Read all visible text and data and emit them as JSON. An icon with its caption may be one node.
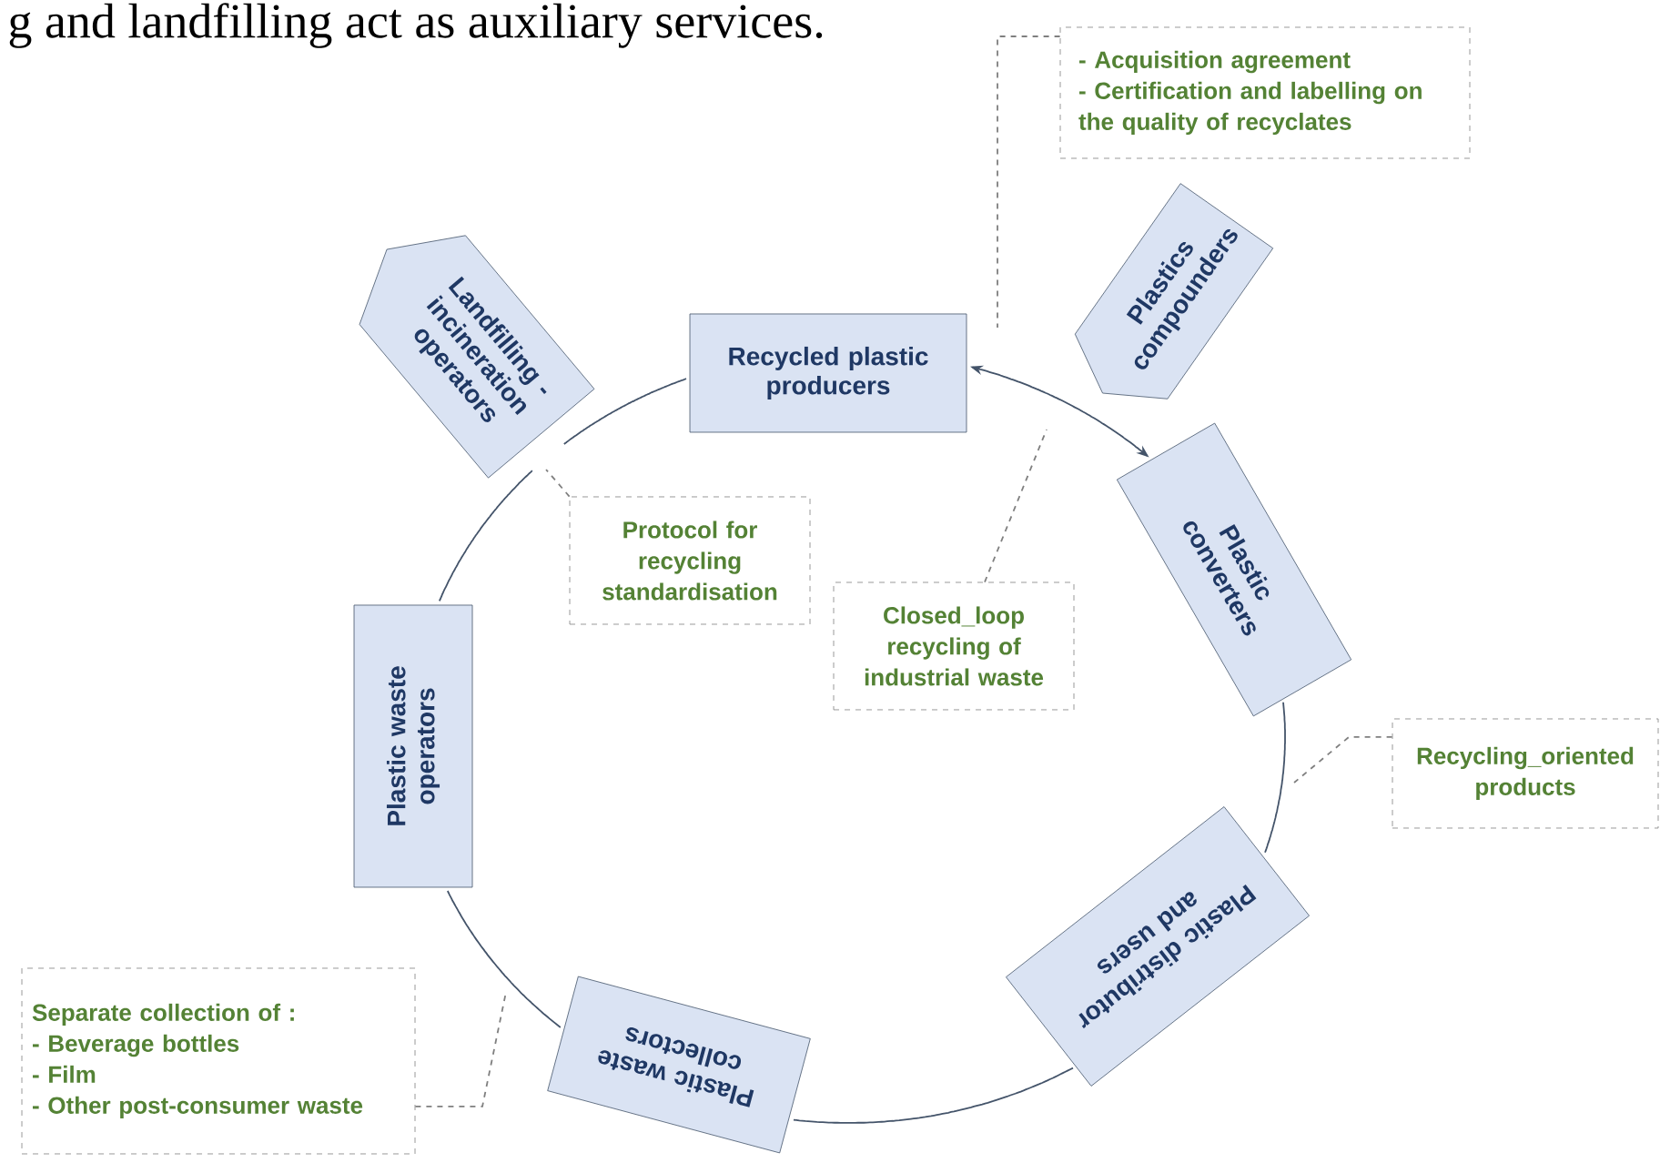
{
  "diagram": {
    "nodes": [
      {
        "text": [
          "Recycled plastic producers"
        ]
      },
      {
        "text": [
          "Plastics compounders"
        ]
      },
      {
        "text": [
          "Plastic converters"
        ]
      },
      {
        "text": [
          "Plastic distributor and users"
        ]
      },
      {
        "text": [
          "Plastic waste collectors"
        ]
      },
      {
        "text": [
          "Plastic waste operators"
        ]
      },
      {
        "text": [
          "Landfilling - incineration operators"
        ]
      },
      {
        "text": [
          "- Acquisition agreement",
          "- Certification and labelling on the quality of recyclates"
        ]
      },
      {
        "text": [
          "Protocol for recycling standardisation"
        ]
      },
      {
        "text": [
          "Closed_loop recycling of industrial waste"
        ]
      },
      {
        "text": [
          "Recycling_oriented products"
        ]
      },
      {
        "text": [
          "Separate collection of :",
          "- Beverage bottles",
          "- Film",
          "- Other post-consumer waste"
        ]
      }
    ],
    "edges": [
      {
        "from": 0,
        "to": 2,
        "arrow": "both"
      },
      {
        "from": 2,
        "to": 3,
        "arrow": "none"
      },
      {
        "from": 3,
        "to": 4,
        "arrow": "none"
      },
      {
        "from": 4,
        "to": 5,
        "arrow": "none"
      },
      {
        "from": 5,
        "to": 6,
        "arrow": "none"
      },
      {
        "from": 6,
        "to": 0,
        "arrow": "none"
      },
      {
        "from": 7,
        "to": null,
        "arrow": "none",
        "style": "dashed",
        "color": "#7f7f7f"
      },
      {
        "from": 8,
        "to": null,
        "arrow": "none",
        "style": "dashed",
        "color": "#7f7f7f"
      },
      {
        "from": 9,
        "to": null,
        "arrow": "none",
        "style": "dashed",
        "color": "#7f7f7f"
      },
      {
        "from": 10,
        "to": null,
        "arrow": "none",
        "style": "dashed",
        "color": "#7f7f7f"
      },
      {
        "from": 11,
        "to": null,
        "arrow": "none",
        "style": "dashed",
        "color": "#7f7f7f"
      }
    ],
    "labels": [
      "g and landfilling act as auxiliary services."
    ]
  }
}
